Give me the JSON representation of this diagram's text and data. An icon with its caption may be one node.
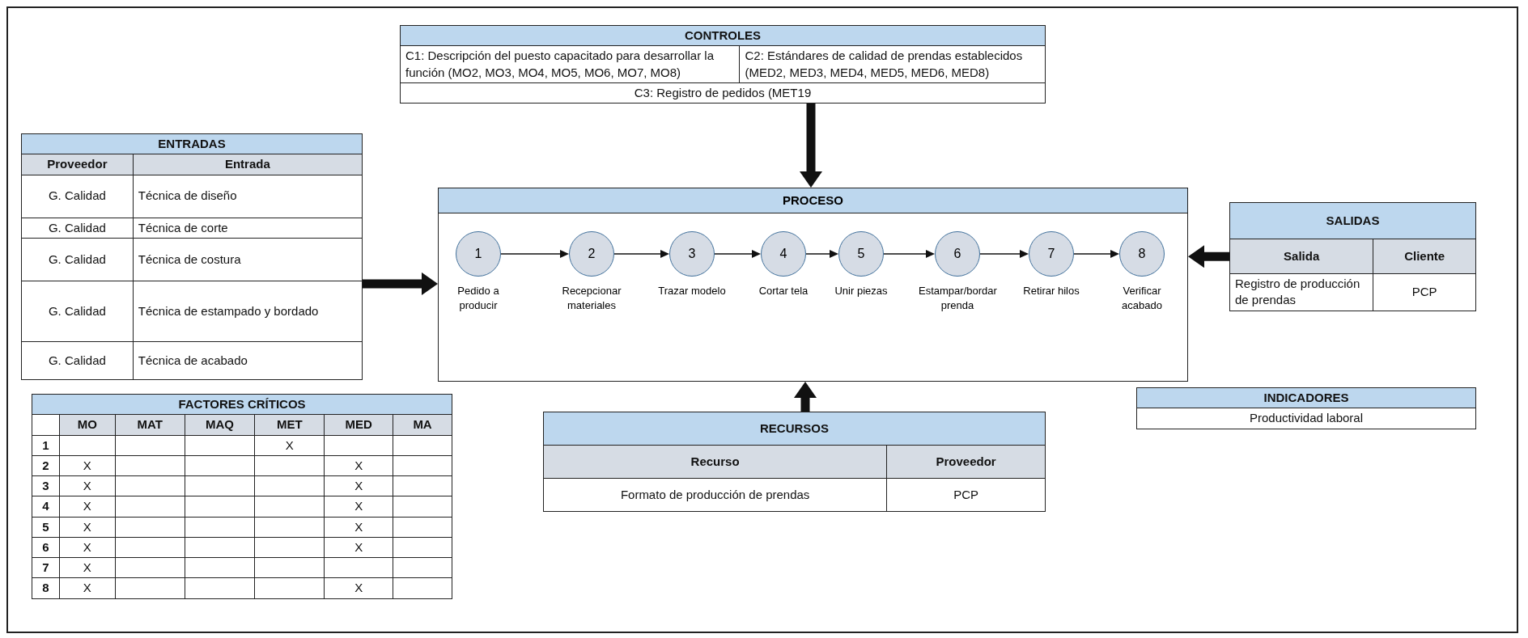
{
  "diagram": {
    "nodes": [
      {
        "text": [
          "CONTROLES",
          "C1: Descripción del puesto capacitado para desarrollar la función (MO2, MO3, MO4, MO5, MO6, MO7, MO8)",
          "C2: Estándares de calidad de prendas establecidos (MED2, MED3, MED4, MED5, MED6, MED8)",
          "C3: Registro de pedidos (MET19"
        ]
      },
      {
        "text": [
          "ENTRADAS",
          "Proveedor",
          "Entrada",
          "G. Calidad",
          "Técnica de diseño",
          "G. Calidad",
          "Técnica de corte",
          "G. Calidad",
          "Técnica de costura",
          "G. Calidad",
          "Técnica de estampado y bordado",
          "G. Calidad",
          "Técnica de acabado"
        ]
      },
      {
        "text": [
          "PROCESO"
        ]
      },
      {
        "text": [
          "1"
        ],
        "beside": [
          "Pedido a producir"
        ],
        "in": 2
      },
      {
        "text": [
          "2"
        ],
        "beside": [
          "Recepcionar materiales"
        ],
        "in": 2
      },
      {
        "text": [
          "3"
        ],
        "beside": [
          "Trazar modelo"
        ],
        "in": 2
      },
      {
        "text": [
          "4"
        ],
        "beside": [
          "Cortar tela"
        ],
        "in": 2
      },
      {
        "text": [
          "5"
        ],
        "beside": [
          "Unir piezas"
        ],
        "in": 2
      },
      {
        "text": [
          "6"
        ],
        "beside": [
          "Estampar/bordar prenda"
        ],
        "in": 2
      },
      {
        "text": [
          "7"
        ],
        "beside": [
          "Retirar hilos"
        ],
        "in": 2
      },
      {
        "text": [
          "8"
        ],
        "beside": [
          "Verificar acabado"
        ],
        "in": 2
      },
      {
        "text": [
          "SALIDAS",
          "Salida",
          "Cliente",
          "Registro de producción de prendas",
          "PCP"
        ]
      },
      {
        "text": [
          "INDICADORES",
          "Productividad laboral"
        ]
      },
      {
        "text": [
          "FACTORES CRÍTICOS",
          "MO",
          "MAT",
          "MAQ",
          "MET",
          "MED",
          "MA",
          "1",
          "X",
          "2",
          "X",
          "X",
          "3",
          "X",
          "X",
          "4",
          "X",
          "X",
          "5",
          "X",
          "X",
          "6",
          "X",
          "X",
          "7",
          "X",
          "8",
          "X",
          "X"
        ]
      },
      {
        "text": [
          "RECURSOS",
          "Recurso",
          "Proveedor",
          "Formato de producción de prendas",
          "PCP"
        ]
      }
    ],
    "edges": [
      {
        "from": 3,
        "to": 4,
        "arrow": "to"
      },
      {
        "from": 4,
        "to": 5,
        "arrow": "to"
      },
      {
        "from": 5,
        "to": 6,
        "arrow": "to"
      },
      {
        "from": 6,
        "to": 7,
        "arrow": "to"
      },
      {
        "from": 7,
        "to": 8,
        "arrow": "to"
      },
      {
        "from": 8,
        "to": 9,
        "arrow": "to"
      },
      {
        "from": 9,
        "to": 10,
        "arrow": "to"
      },
      {
        "from": 0,
        "to": 2,
        "arrow": "to",
        "style": "thick"
      },
      {
        "from": 1,
        "to": 2,
        "arrow": "to",
        "style": "thick"
      },
      {
        "from": 11,
        "to": 2,
        "arrow": "to",
        "style": "thick"
      },
      {
        "from": 14,
        "to": 2,
        "arrow": "to",
        "style": "thick"
      }
    ]
  }
}
